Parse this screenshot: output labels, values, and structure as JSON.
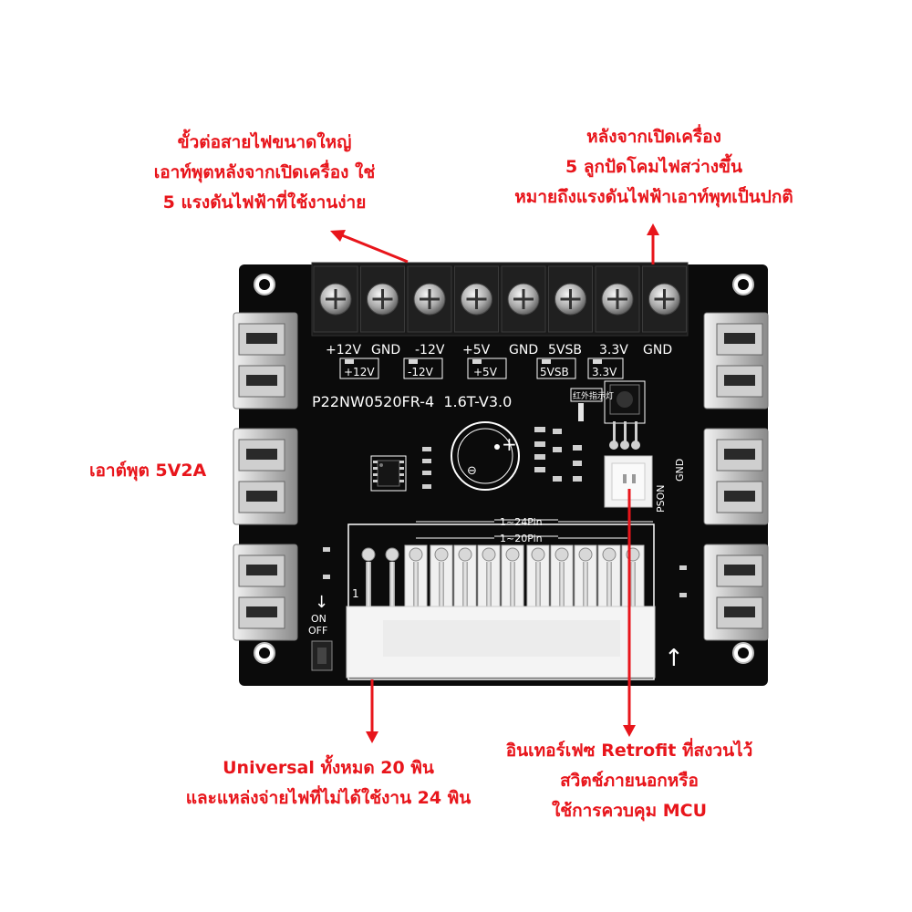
{
  "callouts": {
    "top_left": {
      "lines": [
        "ขั้วต่อสายไฟขนาดใหญ่",
        "เอาท์พุตหลังจากเปิดเครื่อง ใช่",
        "5 แรงดันไฟฟ้าที่ใช้งานง่าย"
      ]
    },
    "top_right": {
      "lines": [
        "หลังจากเปิดเครื่อง",
        "5 ลูกปัดโคมไฟสว่างขึ้น",
        "หมายถึงแรงดันไฟฟ้าเอาท์พุทเป็นปกติ"
      ]
    },
    "left": {
      "lines": [
        "เอาต์พุต 5V2A"
      ]
    },
    "bottom_left": {
      "lines": [
        "Universal ทั้งหมด 20 พิน",
        "และแหล่งจ่ายไฟที่ไม่ได้ใช้งาน 24 พิน"
      ]
    },
    "bottom_right": {
      "lines": [
        "อินเทอร์เฟซ Retrofit ที่สงวนไว้",
        "สวิตช์ภายนอกหรือ",
        "ใช้การควบคุม MCU"
      ]
    }
  },
  "board": {
    "terminal_labels": [
      "+12V",
      "GND",
      "-12V",
      "+5V",
      "GND",
      "5VSB",
      "3.3V",
      "GND"
    ],
    "led_labels": [
      "+12V",
      "-12V",
      "+5V",
      "5VSB",
      "3.3V"
    ],
    "model_text": "P22NW0520FR-4  1.6T-V3.0",
    "ir_label": "红外指示灯",
    "pson_label": "PSON",
    "gnd_label": "GND",
    "pin24_label": "1~24Pin",
    "pin20_label": "1~20Pin",
    "on_label": "ON",
    "off_label": "OFF",
    "pin1_label": "1",
    "cap_plus": "+",
    "cap_minus": "⊖",
    "arrow_glyph": "↓",
    "up_arrow_glyph": "↑"
  },
  "colors": {
    "annotation_red": "#e8151b",
    "pcb": "#0b0b0b",
    "silkscreen": "#ffffff"
  }
}
